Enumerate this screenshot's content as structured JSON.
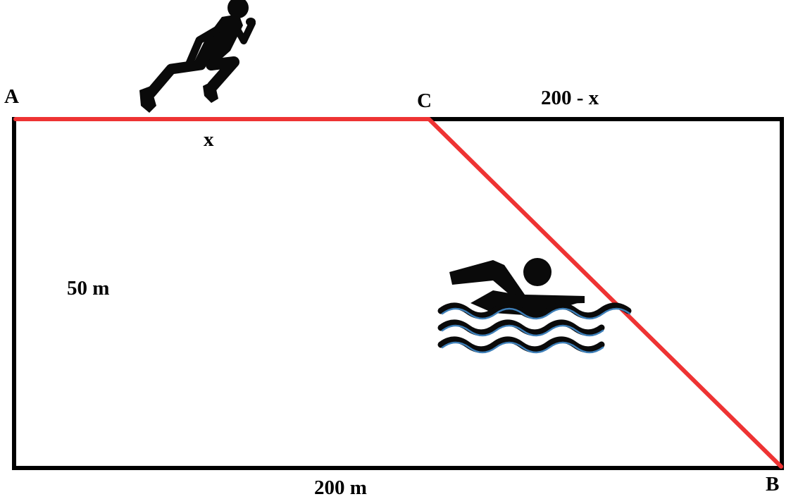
{
  "colors": {
    "path": "#ee3333",
    "outline": "#000000",
    "icon": "#0a0a0a",
    "water_highlight": "#3e7fb8",
    "background": "#ffffff"
  },
  "points": {
    "a": "A",
    "b": "B",
    "c": "C"
  },
  "labels": {
    "land_segment": "x",
    "remaining_segment": "200 - x",
    "width": "50 m",
    "length": "200 m"
  },
  "icons": {
    "runner": "runner-icon",
    "swimmer": "swimmer-icon"
  }
}
